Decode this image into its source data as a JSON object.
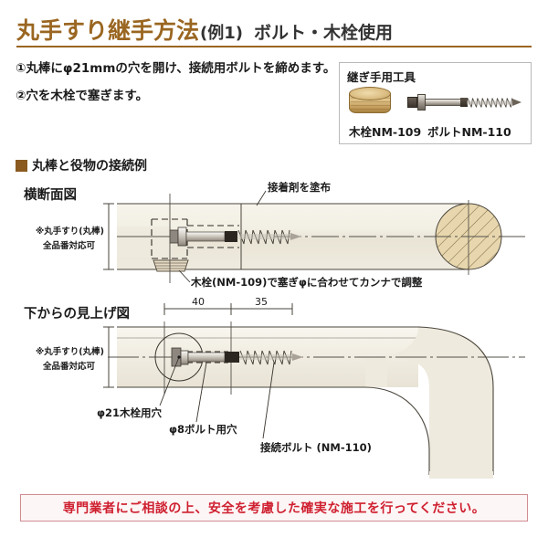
{
  "header": {
    "title_main": "丸手すり継手方法",
    "title_sub": "(例1)",
    "title_tail": "ボルト・木栓使用",
    "rule_color": "#9a6621",
    "title_color": "#9a6621"
  },
  "instructions": {
    "line1": "①丸棒にφ21mmの穴を開け、接続用ボルトを締めます。",
    "line2": "②穴を木栓で塞ぎます。"
  },
  "toolbox": {
    "title": "継ぎ手用工具",
    "plug_label": "木栓NM-109",
    "bolt_label": "ボルトNM-110",
    "plug_icon": "wooden-plug-icon",
    "bolt_icon": "lag-bolt-icon"
  },
  "section": {
    "bullet_color": "#8a5a20",
    "heading": "■丸棒と役物の接続例",
    "heading_text": "丸棒と役物の接続例"
  },
  "cross_section": {
    "view_label": "横断面図",
    "note_line1": "※丸手すり(丸棒)",
    "note_line2": "全品番対応可",
    "callout_adhesive": "接着剤を塗布",
    "callout_plug": "木栓(NM-109)で塞ぎφに合わせてカンナで調整"
  },
  "bottom_view": {
    "view_label": "下からの見上げ図",
    "note_line1": "※丸手すり(丸棒)",
    "note_line2": "全品番対応可",
    "dim_1": "40",
    "dim_2": "35",
    "callout_plug_hole": "φ21木栓用穴",
    "callout_bolt_hole": "φ8ボルト用穴",
    "callout_bolt": "接続ボルト (NM-110)"
  },
  "footer": {
    "warning": "専門業者にご相談の上、安全を考慮した確実な施工を行ってください。",
    "color": "#cf2030"
  },
  "colors": {
    "rail_fill": "#efebdf",
    "rail_fill_light": "#f6f3ea",
    "outline": "#4a453c",
    "wood_top": "#e8d7ae"
  }
}
